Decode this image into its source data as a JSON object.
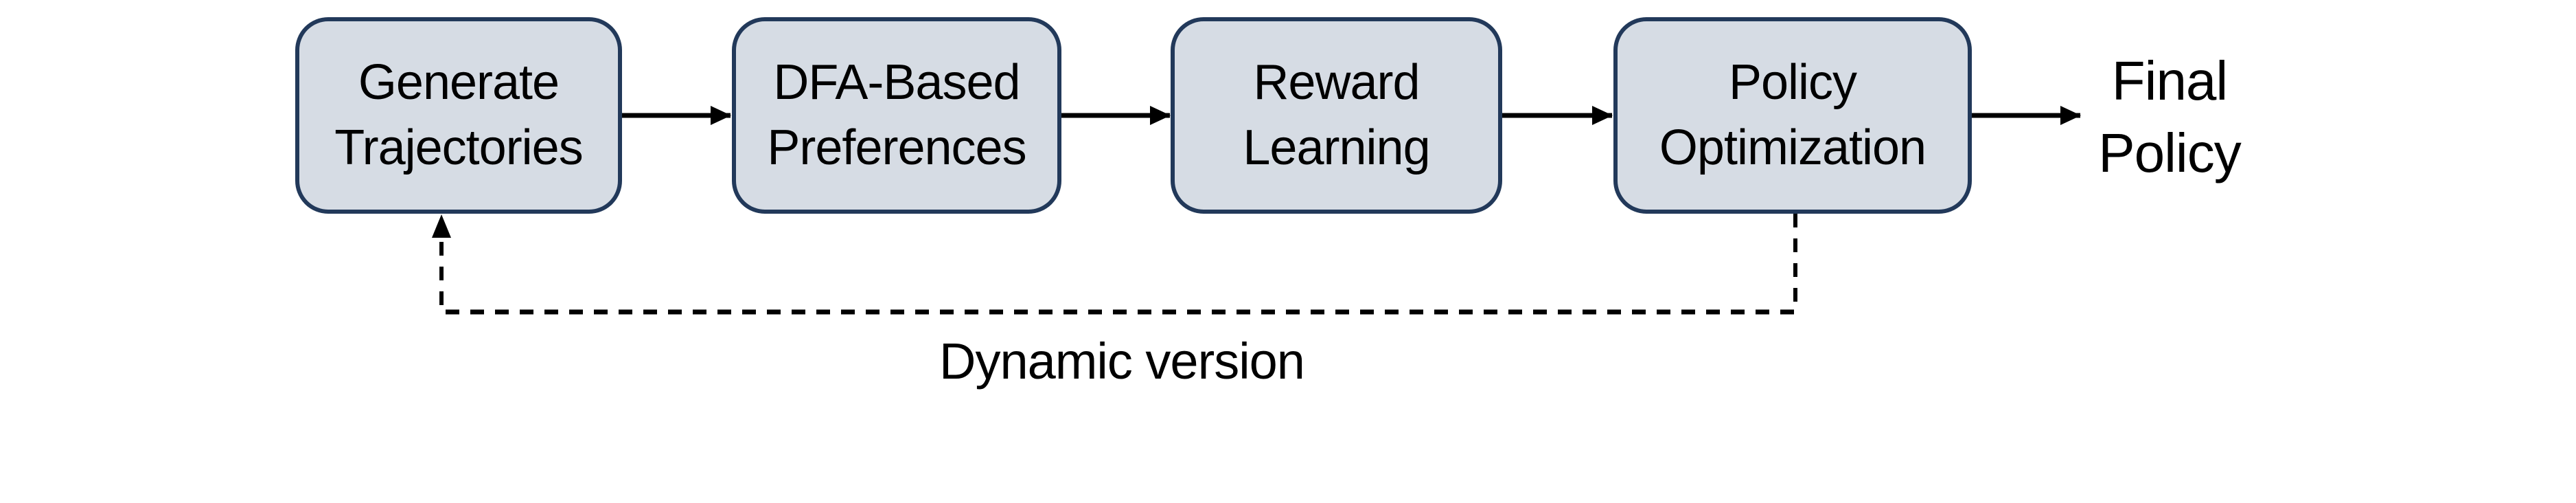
{
  "diagram": {
    "boxes": [
      {
        "id": "generate-trajectories",
        "label": "Generate\nTrajectories"
      },
      {
        "id": "dfa-based-preferences",
        "label": "DFA-Based\nPreferences"
      },
      {
        "id": "reward-learning",
        "label": "Reward\nLearning"
      },
      {
        "id": "policy-optimization",
        "label": "Policy\nOptimization"
      }
    ],
    "output_label": "Final\nPolicy",
    "feedback_label": "Dynamic version",
    "colors": {
      "box_fill": "#d6dce4",
      "box_border": "#22395a",
      "arrow": "#000000",
      "text": "#000000",
      "background": "#ffffff"
    }
  }
}
